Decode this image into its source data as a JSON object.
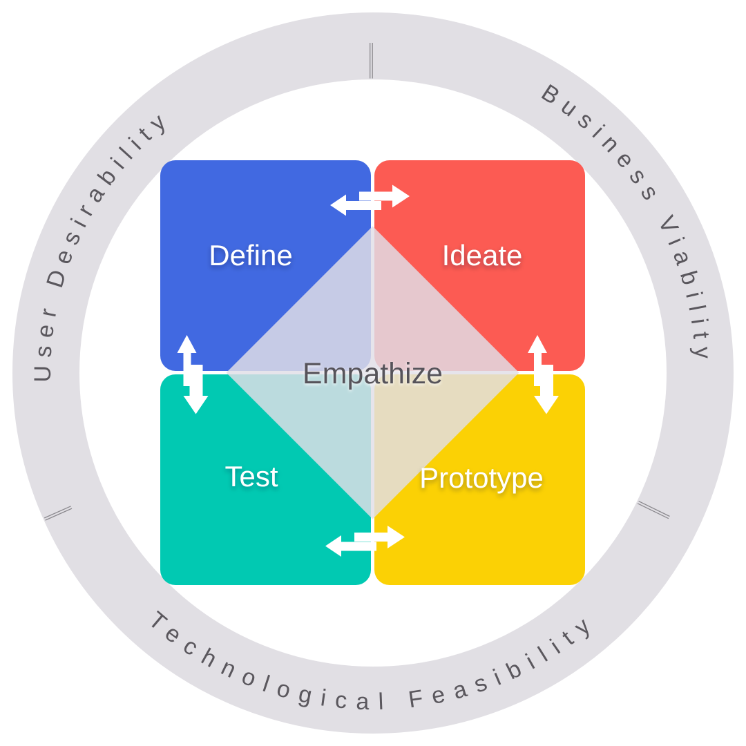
{
  "diagram": {
    "center": {
      "label": "Empathize"
    },
    "quadrants": [
      {
        "id": "define",
        "label": "Define",
        "color": "#4169E1"
      },
      {
        "id": "ideate",
        "label": "Ideate",
        "color": "#FC5B53"
      },
      {
        "id": "test",
        "label": "Test",
        "color": "#01C9B2"
      },
      {
        "id": "prototype",
        "label": "Prototype",
        "color": "#FBD105"
      }
    ],
    "ring_labels": [
      {
        "id": "user-desirability",
        "text": "User Desirability"
      },
      {
        "id": "business-viability",
        "text": "Business Viability"
      },
      {
        "id": "technological-feasibility",
        "text": "Technological Feasibility"
      }
    ],
    "colors": {
      "background": "#FFFFFF",
      "ring": "#E1DFE4",
      "ring_text": "#5A575D",
      "tick": "#8B898E",
      "center_overlay": "#E1DFE7",
      "center_text": "#56535A",
      "quadrant_text": "#FFFFFF",
      "arrow": "#FFFFFF"
    }
  }
}
